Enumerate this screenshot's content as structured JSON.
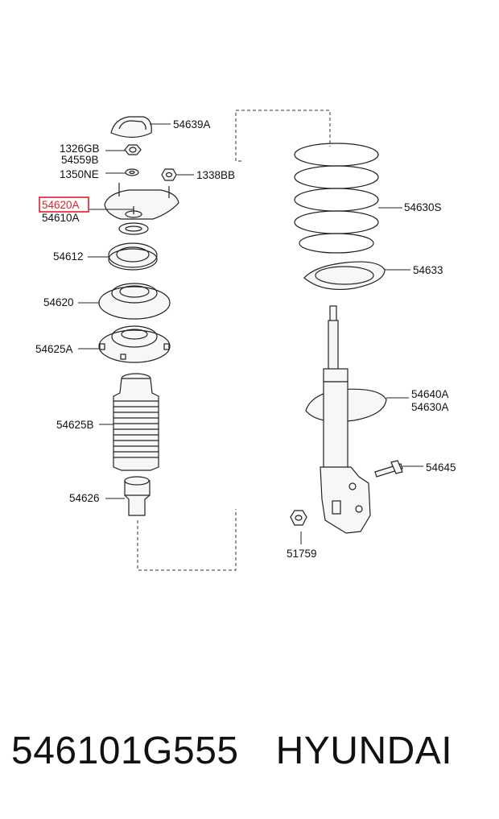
{
  "parts": {
    "p54639A": "54639A",
    "p1326GB": "1326GB",
    "p54559B": "54559B",
    "p1350NE": "1350NE",
    "p1338BB": "1338BB",
    "p54620A": "54620A",
    "p54610A": "54610A",
    "p54612": "54612",
    "p54620": "54620",
    "p54625A": "54625A",
    "p54625B": "54625B",
    "p54626": "54626",
    "p54630S": "54630S",
    "p54633": "54633",
    "p54640A": "54640A",
    "p54630A": "54630A",
    "p54645": "54645",
    "p51759": "51759"
  },
  "highlight_color": "#e0202a",
  "footer": {
    "part_number": "546101G555",
    "brand": "HYUNDAI"
  }
}
